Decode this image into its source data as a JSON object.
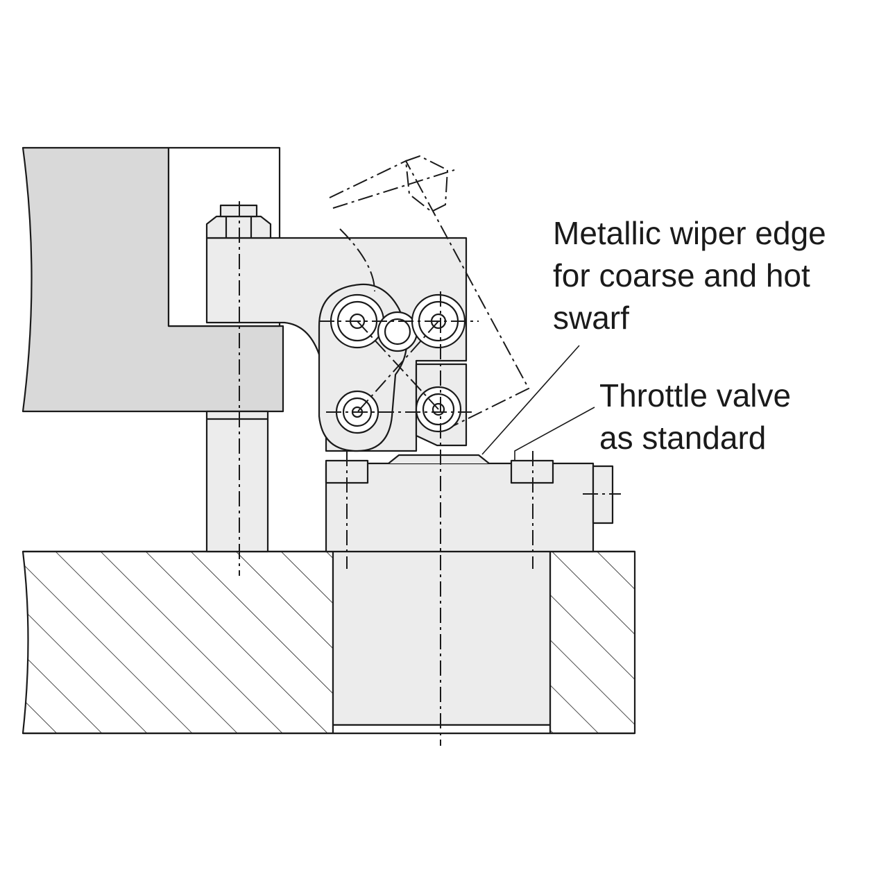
{
  "colors": {
    "line": "#1a1a1a",
    "fill_dark": "#d9d9d9",
    "fill_light": "#ececec",
    "background": "#ffffff"
  },
  "callouts": {
    "wiper": {
      "lines": [
        "Metallic wiper edge",
        "for coarse and hot",
        "swarf"
      ]
    },
    "throttle": {
      "lines": [
        "Throttle valve",
        "as standard"
      ]
    }
  }
}
